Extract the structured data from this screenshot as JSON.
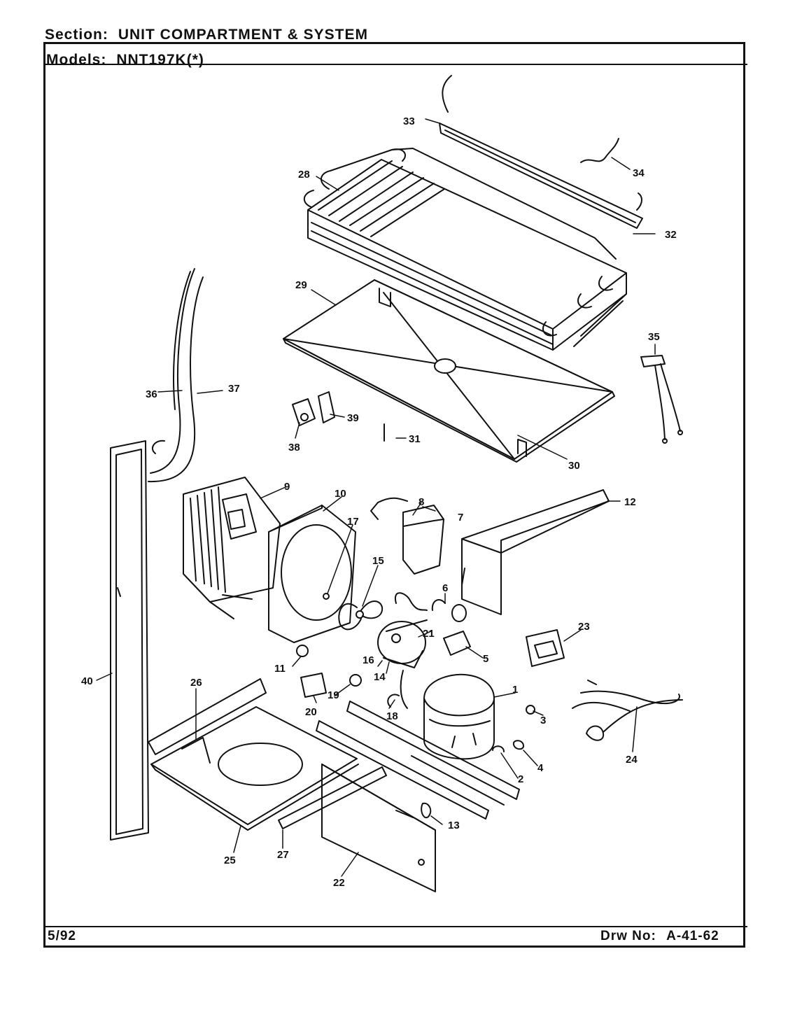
{
  "header": {
    "section_label": "Section:",
    "section_value": "UNIT COMPARTMENT & SYSTEM",
    "models_label": "Models:",
    "models_value": "NNT197K(*)"
  },
  "footer": {
    "date": "5/92",
    "drawing_label": "Drw No:",
    "drawing_number": "A-41-62"
  },
  "callouts": [
    "1",
    "2",
    "3",
    "4",
    "5",
    "6",
    "7",
    "8",
    "9",
    "10",
    "11",
    "12",
    "13",
    "14",
    "15",
    "16",
    "17",
    "18",
    "19",
    "20",
    "21",
    "22",
    "23",
    "24",
    "25",
    "26",
    "27",
    "28",
    "29",
    "30",
    "31",
    "32",
    "33",
    "34",
    "35",
    "36",
    "37",
    "38",
    "39",
    "40"
  ]
}
